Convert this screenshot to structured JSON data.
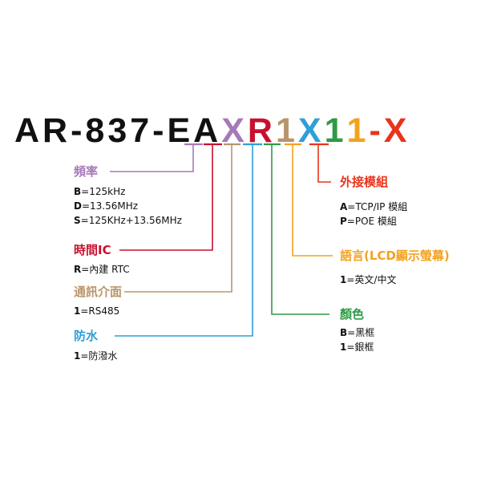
{
  "model": {
    "prefix": "AR-837-EA",
    "parts": [
      {
        "text": "X",
        "color": "#a679b8"
      },
      {
        "text": "R",
        "color": "#c8102e"
      },
      {
        "text": "1",
        "color": "#b8956a"
      },
      {
        "text": "X",
        "color": "#2d9fd9"
      },
      {
        "text": "1",
        "color": "#2f9a48"
      },
      {
        "text": "1",
        "color": "#f4a21d"
      },
      {
        "text": "-X",
        "color": "#e8341c"
      }
    ]
  },
  "groups": {
    "frequency": {
      "title": "頻率",
      "color": "#a679b8",
      "options": [
        {
          "code": "B",
          "desc": "=125kHz"
        },
        {
          "code": "D",
          "desc": "=13.56MHz"
        },
        {
          "code": "S",
          "desc": "=125KHz+13.56MHz"
        }
      ]
    },
    "rtc": {
      "title": "時間IC",
      "color": "#c8102e",
      "options": [
        {
          "code": "R",
          "desc": "=內建 RTC"
        }
      ]
    },
    "interface": {
      "title": "通訊介面",
      "color": "#b8956a",
      "options": [
        {
          "code": "1",
          "desc": "=RS485"
        }
      ]
    },
    "waterproof": {
      "title": "防水",
      "color": "#2d9fd9",
      "options": [
        {
          "code": "1",
          "desc": "=防潑水"
        }
      ]
    },
    "module": {
      "title": "外接模組",
      "color": "#e8341c",
      "options": [
        {
          "code": "A",
          "desc": "=TCP/IP 模組"
        },
        {
          "code": "P",
          "desc": "=POE 模組"
        }
      ]
    },
    "language": {
      "title": "語言(LCD顯示螢幕)",
      "color": "#f4a21d",
      "options": [
        {
          "code": "1",
          "desc": "=英文/中文"
        }
      ]
    },
    "color": {
      "title": "顏色",
      "color": "#2f9a48",
      "options": [
        {
          "code": "B",
          "desc": "=黑框"
        },
        {
          "code": "1",
          "desc": "=銀框"
        }
      ]
    }
  }
}
